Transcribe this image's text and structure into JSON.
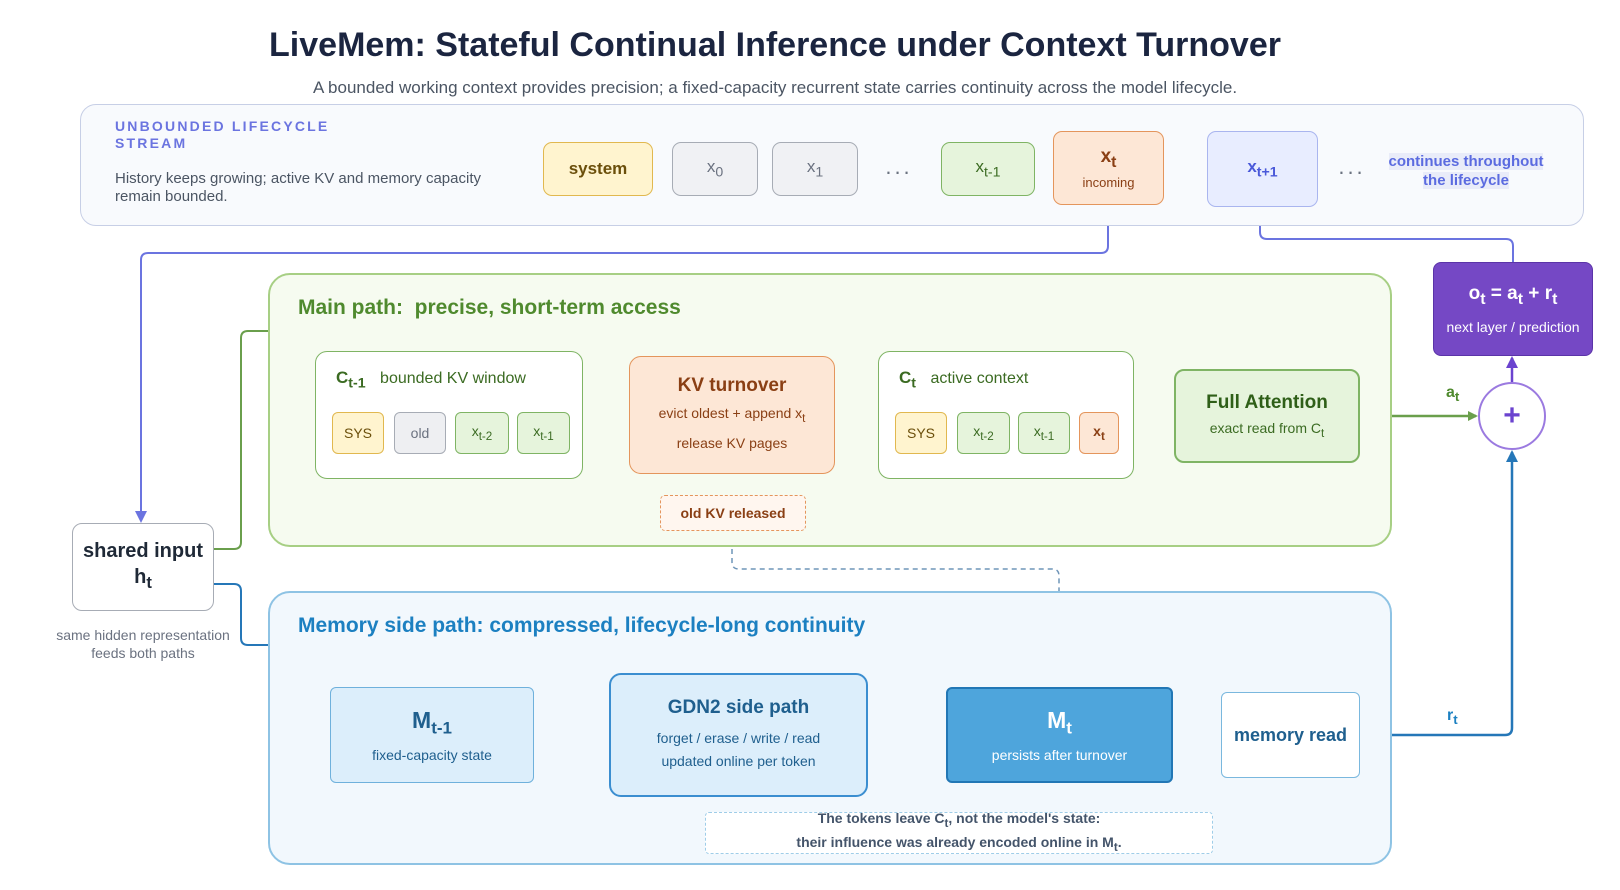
{
  "title": "LiveMem: Stateful Continual Inference under Context Turnover",
  "subtitle": "A bounded working context provides precision; a fixed-capacity recurrent state carries continuity across the model lifecycle.",
  "stream": {
    "label": "UNBOUNDED LIFECYCLE STREAM",
    "note": "History keeps growing; active KV and memory capacity remain bounded.",
    "tokens": {
      "system": "system",
      "x0": "x",
      "x0_sub": "0",
      "x1": "x",
      "x1_sub": "1",
      "dots": "...",
      "xtm1": "x",
      "xtm1_sub": "t-1",
      "xt": "x",
      "xt_sub": "t",
      "xt_note": "incoming",
      "xtp1": "x",
      "xtp1_sub": "t+1",
      "dots2": "..."
    },
    "continues": "continues throughout the lifecycle"
  },
  "main": {
    "title": "Main path:  precise, short-term access",
    "ctm1": {
      "symbol": "C",
      "sub": "t-1",
      "label": "bounded KV window",
      "chips": [
        "SYS",
        "old",
        "x",
        "x"
      ],
      "chip_subs": [
        "",
        "",
        "t-2",
        "t-1"
      ]
    },
    "kv_turnover": {
      "title": "KV turnover",
      "line1": "evict oldest + append x",
      "line1_sub": "t",
      "line2": "release KV pages"
    },
    "ct": {
      "symbol": "C",
      "sub": "t",
      "label": "active context",
      "chips": [
        "SYS",
        "x",
        "x",
        "x"
      ],
      "chip_subs": [
        "",
        "t-2",
        "t-1",
        "t"
      ]
    },
    "full_attention": {
      "title": "Full Attention",
      "line": "exact read from C",
      "line_sub": "t"
    },
    "old_kv": "old KV released"
  },
  "shared_input": {
    "line1": "shared input",
    "symbol": "h",
    "sub": "t",
    "note": "same hidden representation feeds both paths"
  },
  "output": {
    "eq_o": "o",
    "eq_o_sub": "t",
    "eq_a": "a",
    "eq_a_sub": "t",
    "eq_r": "r",
    "eq_r_sub": "t",
    "eq_eq": " = ",
    "eq_plus": " + ",
    "note": "next layer / prediction",
    "plus": "+"
  },
  "labels": {
    "a": "a",
    "a_sub": "t",
    "r": "r",
    "r_sub": "t"
  },
  "memory": {
    "title": "Memory side path: compressed, lifecycle-long continuity",
    "mtm1": {
      "symbol": "M",
      "sub": "t-1",
      "note": "fixed-capacity state"
    },
    "gdn": {
      "title": "GDN2 side path",
      "line1": "forget / erase / write / read",
      "line2": "updated online per token"
    },
    "mt": {
      "symbol": "M",
      "sub": "t",
      "note": "persists after turnover"
    },
    "read": "memory read",
    "note_line1_a": "The tokens leave C",
    "note_line1_sub": "t",
    "note_line1_b": ", not the model's state:",
    "note_line2_a": "their influence was already encoded online in M",
    "note_line2_sub": "t",
    "note_line2_b": "."
  },
  "colors": {
    "green": "#7fb464",
    "blue": "#2577b8",
    "purple": "#6b43cf",
    "stream_blue": "#6b74e0",
    "orange": "#e4955c"
  }
}
